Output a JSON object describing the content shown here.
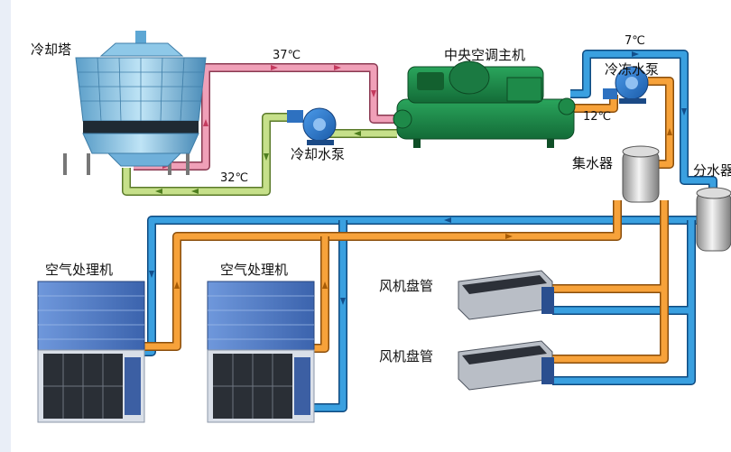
{
  "labels": {
    "cooling_tower": "冷却塔",
    "central_ac_unit": "中央空调主机",
    "cooling_water_pump": "冷却水泵",
    "chilled_water_pump": "冷冻水泵",
    "water_collector": "集水器",
    "water_distributor": "分水器",
    "air_handler_1": "空气处理机",
    "air_handler_2": "空气处理机",
    "fan_coil_1": "风机盘管",
    "fan_coil_2": "风机盘管"
  },
  "temperatures": {
    "hot_return": "37℃",
    "cool_supply": "32℃",
    "chilled_supply": "7℃",
    "chilled_return": "12℃"
  },
  "colors": {
    "pink_pipe": "#f0a0b8",
    "green_pipe": "#c6e08a",
    "blue_pipe": "#3aa0e0",
    "orange_pipe": "#f7a23a",
    "chiller_green": "#1f8a4a",
    "ahu_blue": "#5a82c8",
    "tower_blue": "#8ec8e8"
  }
}
